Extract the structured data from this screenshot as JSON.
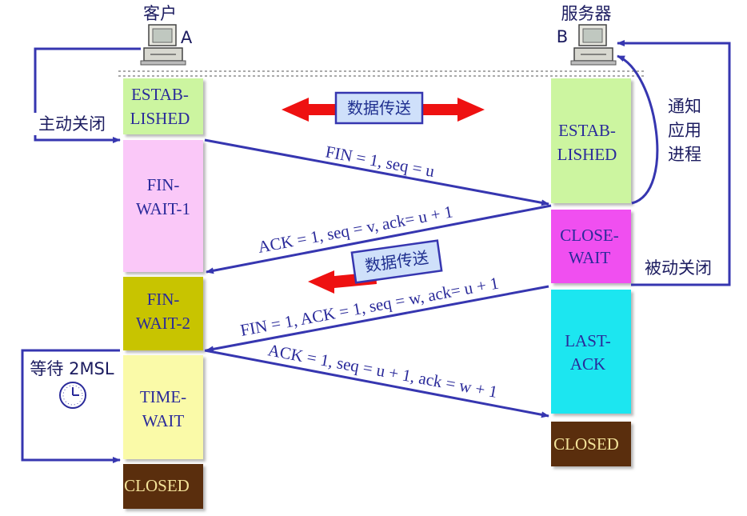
{
  "client": {
    "title": "客户",
    "letter": "A"
  },
  "server": {
    "title": "服务器",
    "letter": "B"
  },
  "client_states": [
    {
      "lines": [
        "ESTAB-",
        "LISHED"
      ]
    },
    {
      "lines": [
        "FIN-",
        "WAIT-1"
      ]
    },
    {
      "lines": [
        "FIN-",
        "WAIT-2"
      ]
    },
    {
      "lines": [
        "TIME-",
        "WAIT"
      ]
    },
    {
      "lines": [
        "CLOSED"
      ]
    }
  ],
  "server_states": [
    {
      "lines": [
        "ESTAB-",
        "LISHED"
      ]
    },
    {
      "lines": [
        "CLOSE-",
        "WAIT"
      ]
    },
    {
      "lines": [
        "LAST-",
        "ACK"
      ]
    },
    {
      "lines": [
        "CLOSED"
      ]
    }
  ],
  "messages": {
    "fin1": "FIN = 1, seq = u",
    "ack1": "ACK = 1, seq = v, ack= u + 1",
    "fin2": "FIN = 1, ACK = 1, seq = w, ack= u + 1",
    "ack2": "ACK = 1, seq = u + 1, ack = w + 1"
  },
  "data_transfer_1": "数据传送",
  "data_transfer_2": "数据传送",
  "active_close": "主动关闭",
  "passive_close": "被动关闭",
  "notify_app": [
    "通知",
    "应用",
    "进程"
  ],
  "wait_label": "等待 2MSL",
  "colors": {
    "estab": "#ccf5a0",
    "fin_wait_1": "#fac8f8",
    "fin_wait_2": "#c8c400",
    "time_wait": "#fafaa8",
    "closed": "#5a2e0a",
    "close_wait": "#f050f0",
    "last_ack": "#1ae6f0",
    "arrow_line": "#3636b0",
    "data_arrow": "#ee1111",
    "data_box_fill": "#cfe0fa"
  }
}
